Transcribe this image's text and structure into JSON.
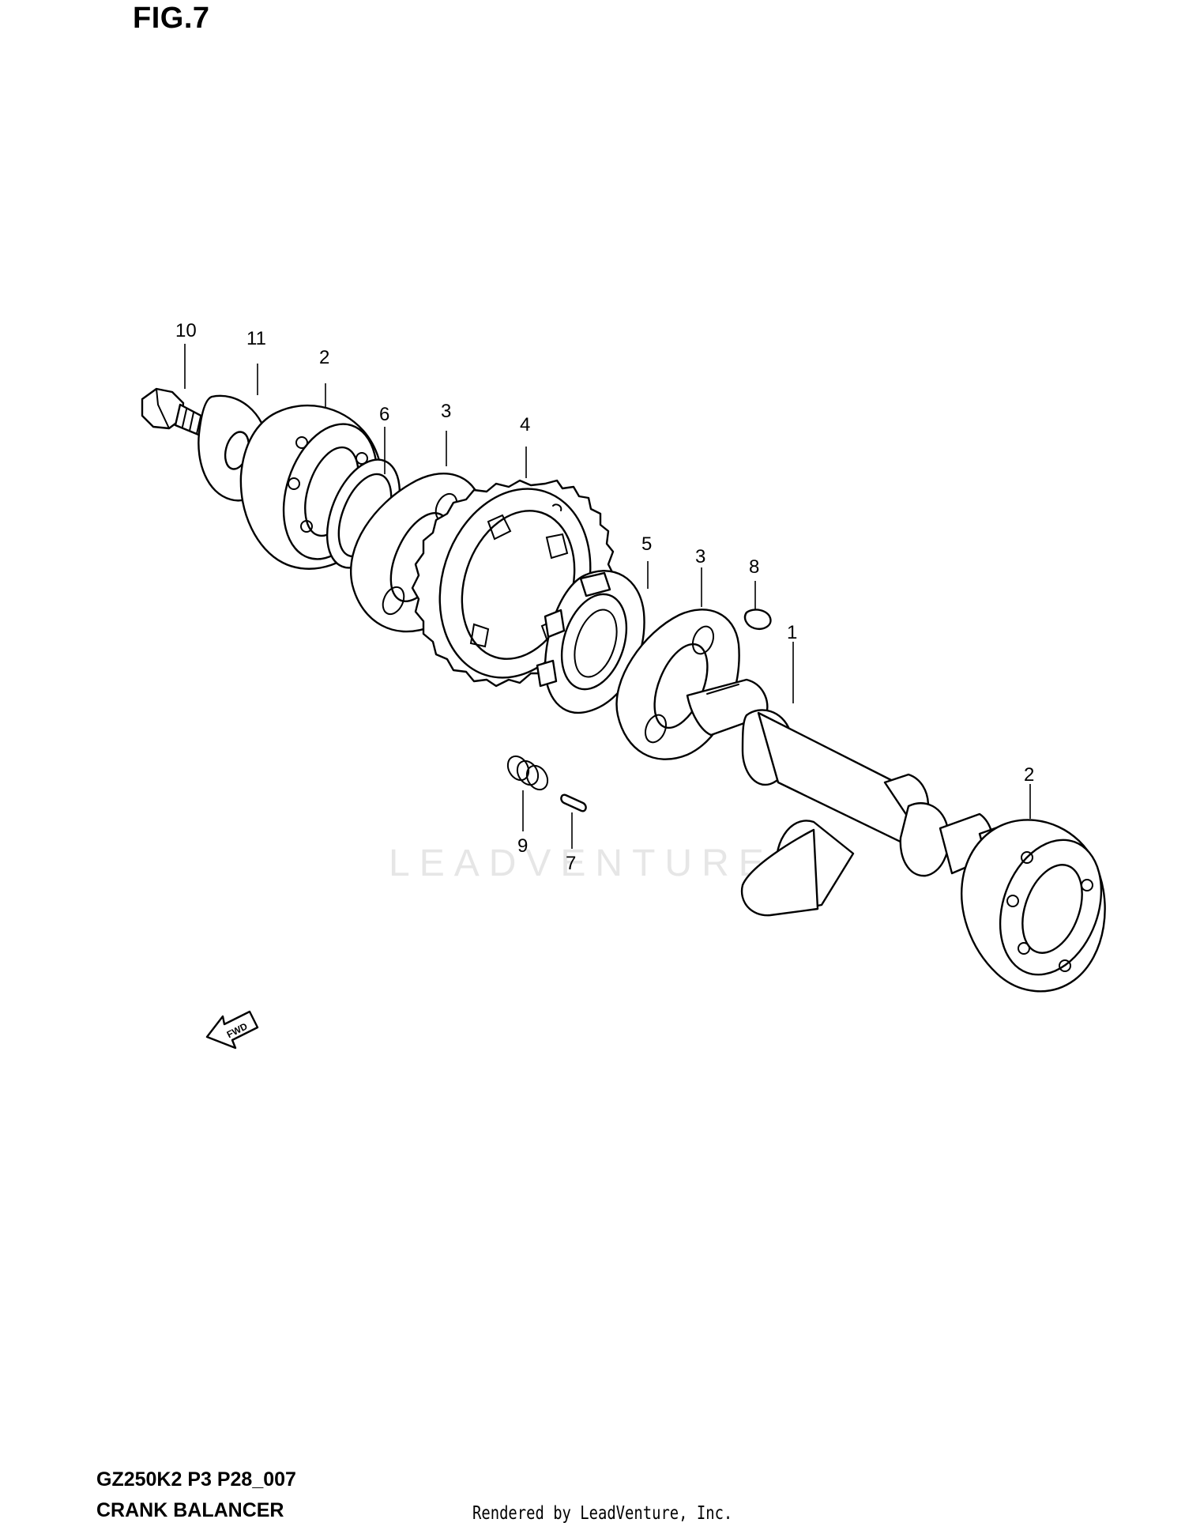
{
  "figure": {
    "title": "FIG.7",
    "model_code": "GZ250K2 P3 P28_007",
    "assembly_name": "CRANK BALANCER",
    "render_credit": "Rendered by LeadVenture, Inc.",
    "watermark": "LEADVENTURE",
    "fwd_label": "FWD"
  },
  "callouts": [
    {
      "id": "callout-10",
      "label": "10"
    },
    {
      "id": "callout-11",
      "label": "11"
    },
    {
      "id": "callout-2-top",
      "label": "2"
    },
    {
      "id": "callout-6",
      "label": "6"
    },
    {
      "id": "callout-3-left",
      "label": "3"
    },
    {
      "id": "callout-4",
      "label": "4"
    },
    {
      "id": "callout-5",
      "label": "5"
    },
    {
      "id": "callout-3-right",
      "label": "3"
    },
    {
      "id": "callout-8",
      "label": "8"
    },
    {
      "id": "callout-1",
      "label": "1"
    },
    {
      "id": "callout-2-bottom",
      "label": "2"
    },
    {
      "id": "callout-9",
      "label": "9"
    },
    {
      "id": "callout-7",
      "label": "7"
    }
  ],
  "colors": {
    "line": "#000000",
    "background": "#ffffff",
    "watermark": "#e6e6e6"
  }
}
